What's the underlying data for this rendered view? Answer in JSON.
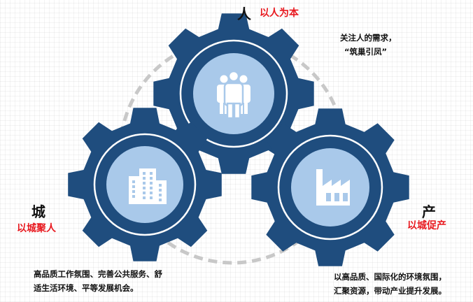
{
  "colors": {
    "gear": "#1f4d7e",
    "gear_inner_ring": "#ffffff",
    "hub": "#a9c9ea",
    "icon": "#ffffff",
    "slogan": "#e8191f",
    "dashed_circle": "#c8c8c8"
  },
  "people": {
    "heading": "人",
    "slogan": "以人为本",
    "desc_line1": "关注人的需求，",
    "desc_line2": "“筑巢引凤”",
    "icon": "people-group-icon"
  },
  "city": {
    "heading": "城",
    "slogan": "以城聚人",
    "desc_line1": "高品质工作氛围、完善公共服务、舒",
    "desc_line2": "适生活环境、平等发展机会。",
    "icon": "city-buildings-icon"
  },
  "industry": {
    "heading": "产",
    "slogan": "以城促产",
    "desc_line1": "以高品质、国际化的环境氛围，",
    "desc_line2": "汇聚资源，带动产业提升发展。",
    "icon": "factory-icon"
  }
}
